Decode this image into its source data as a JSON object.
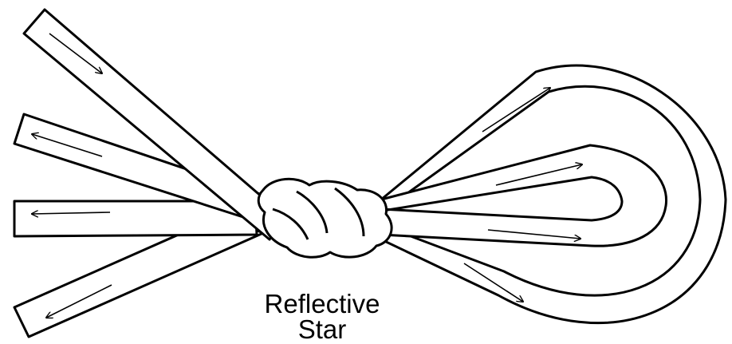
{
  "diagram": {
    "caption_lines": [
      "Reflective",
      "Star"
    ],
    "colors": {
      "stroke": "#000000",
      "fill": "#ffffff"
    },
    "elements": [
      {
        "name": "incoming-beam",
        "direction": "into-knot"
      },
      {
        "name": "outgoing-beam-1",
        "direction": "away-from-knot"
      },
      {
        "name": "outgoing-beam-2",
        "direction": "away-from-knot"
      },
      {
        "name": "outgoing-beam-3",
        "direction": "away-from-knot"
      },
      {
        "name": "inner-loop",
        "direction": "clockwise"
      },
      {
        "name": "outer-loop",
        "direction": "clockwise"
      }
    ]
  }
}
